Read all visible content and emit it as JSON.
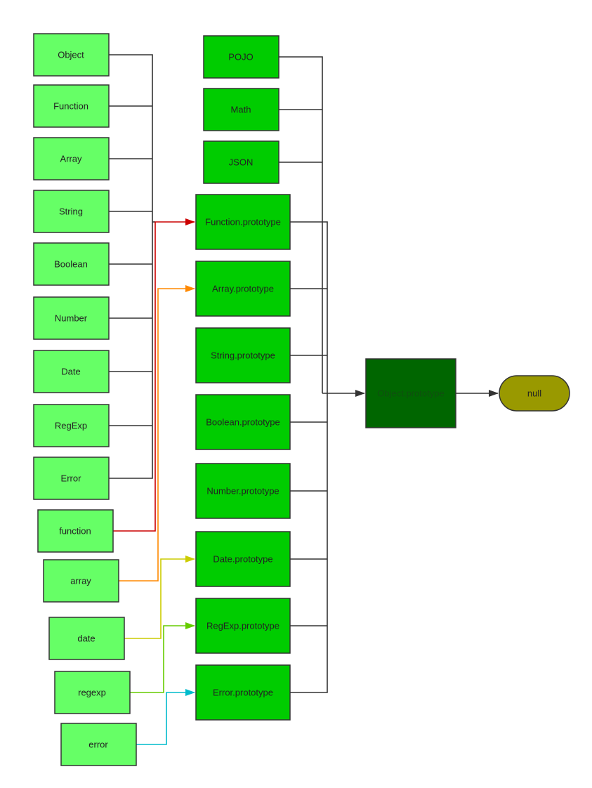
{
  "diagram": {
    "nodes": {
      "object": "Object",
      "function_ctor": "Function",
      "array_ctor": "Array",
      "string_ctor": "String",
      "boolean_ctor": "Boolean",
      "number_ctor": "Number",
      "date_ctor": "Date",
      "regexp_ctor": "RegExp",
      "error_ctor": "Error",
      "function_inst": "function",
      "array_inst": "array",
      "date_inst": "date",
      "regexp_inst": "regexp",
      "error_inst": "error",
      "pojo": "POJO",
      "math": "Math",
      "json": "JSON",
      "function_proto": "Function.prototype",
      "array_proto": "Array.prototype",
      "string_proto": "String.prototype",
      "boolean_proto": "Boolean.prototype",
      "number_proto": "Number.prototype",
      "date_proto": "Date.prototype",
      "regexp_proto": "RegExp.prototype",
      "error_proto": "Error.prototype",
      "object_proto": "Object.prototype",
      "null": "null"
    },
    "colors": {
      "light_node": "#66ff66",
      "mid_node": "#00cc00",
      "dark_node": "#006600",
      "null_node": "#999900",
      "edge_default": "#333333",
      "edge_function": "#cc0000",
      "edge_array": "#ff8800",
      "edge_date": "#cccc00",
      "edge_regexp": "#66cc00",
      "edge_error": "#00bbcc"
    }
  }
}
